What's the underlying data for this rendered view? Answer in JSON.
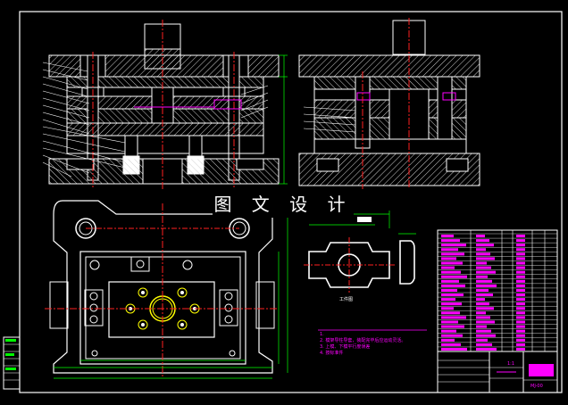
{
  "watermark": {
    "text": "图 文 设 计"
  },
  "part_view_caption": "工件图",
  "notes": {
    "line1": "1. ",
    "line2": "2. 模架导柱导套，装配完毕后应运动灵活。",
    "line3": "3. 上模、下模平行度误差",
    "line4": "4. 按标准件"
  },
  "title_block": {
    "name": "",
    "scale": "1:1",
    "drawing_no": "MJ-00"
  },
  "colors": {
    "background": "#000000",
    "outline": "#ffffff",
    "centerline": "#ff2020",
    "dimension": "#00ff00",
    "hatch": "#ffffff",
    "magenta": "#ff00ff",
    "bolt": "#ffff00"
  }
}
